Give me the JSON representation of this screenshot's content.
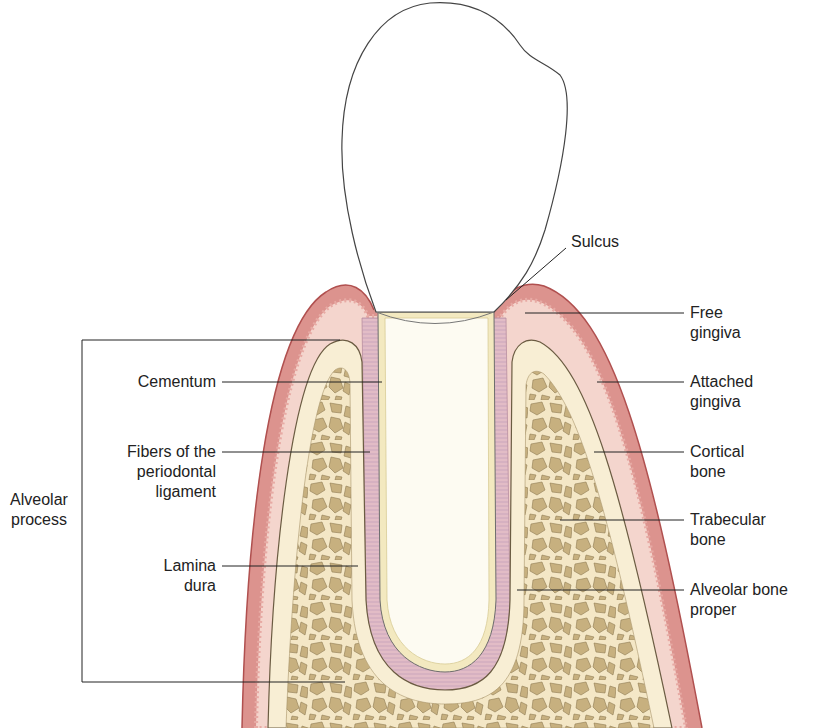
{
  "diagram": {
    "labels": [
      "Sulcus",
      "Free gingiva",
      "Cementum",
      "Attached gingiva",
      "Fibers of the periodontal ligament",
      "Cortical bone",
      "Alveolar process",
      "Trabecular bone",
      "Lamina dura",
      "Alveolar bone proper"
    ]
  }
}
